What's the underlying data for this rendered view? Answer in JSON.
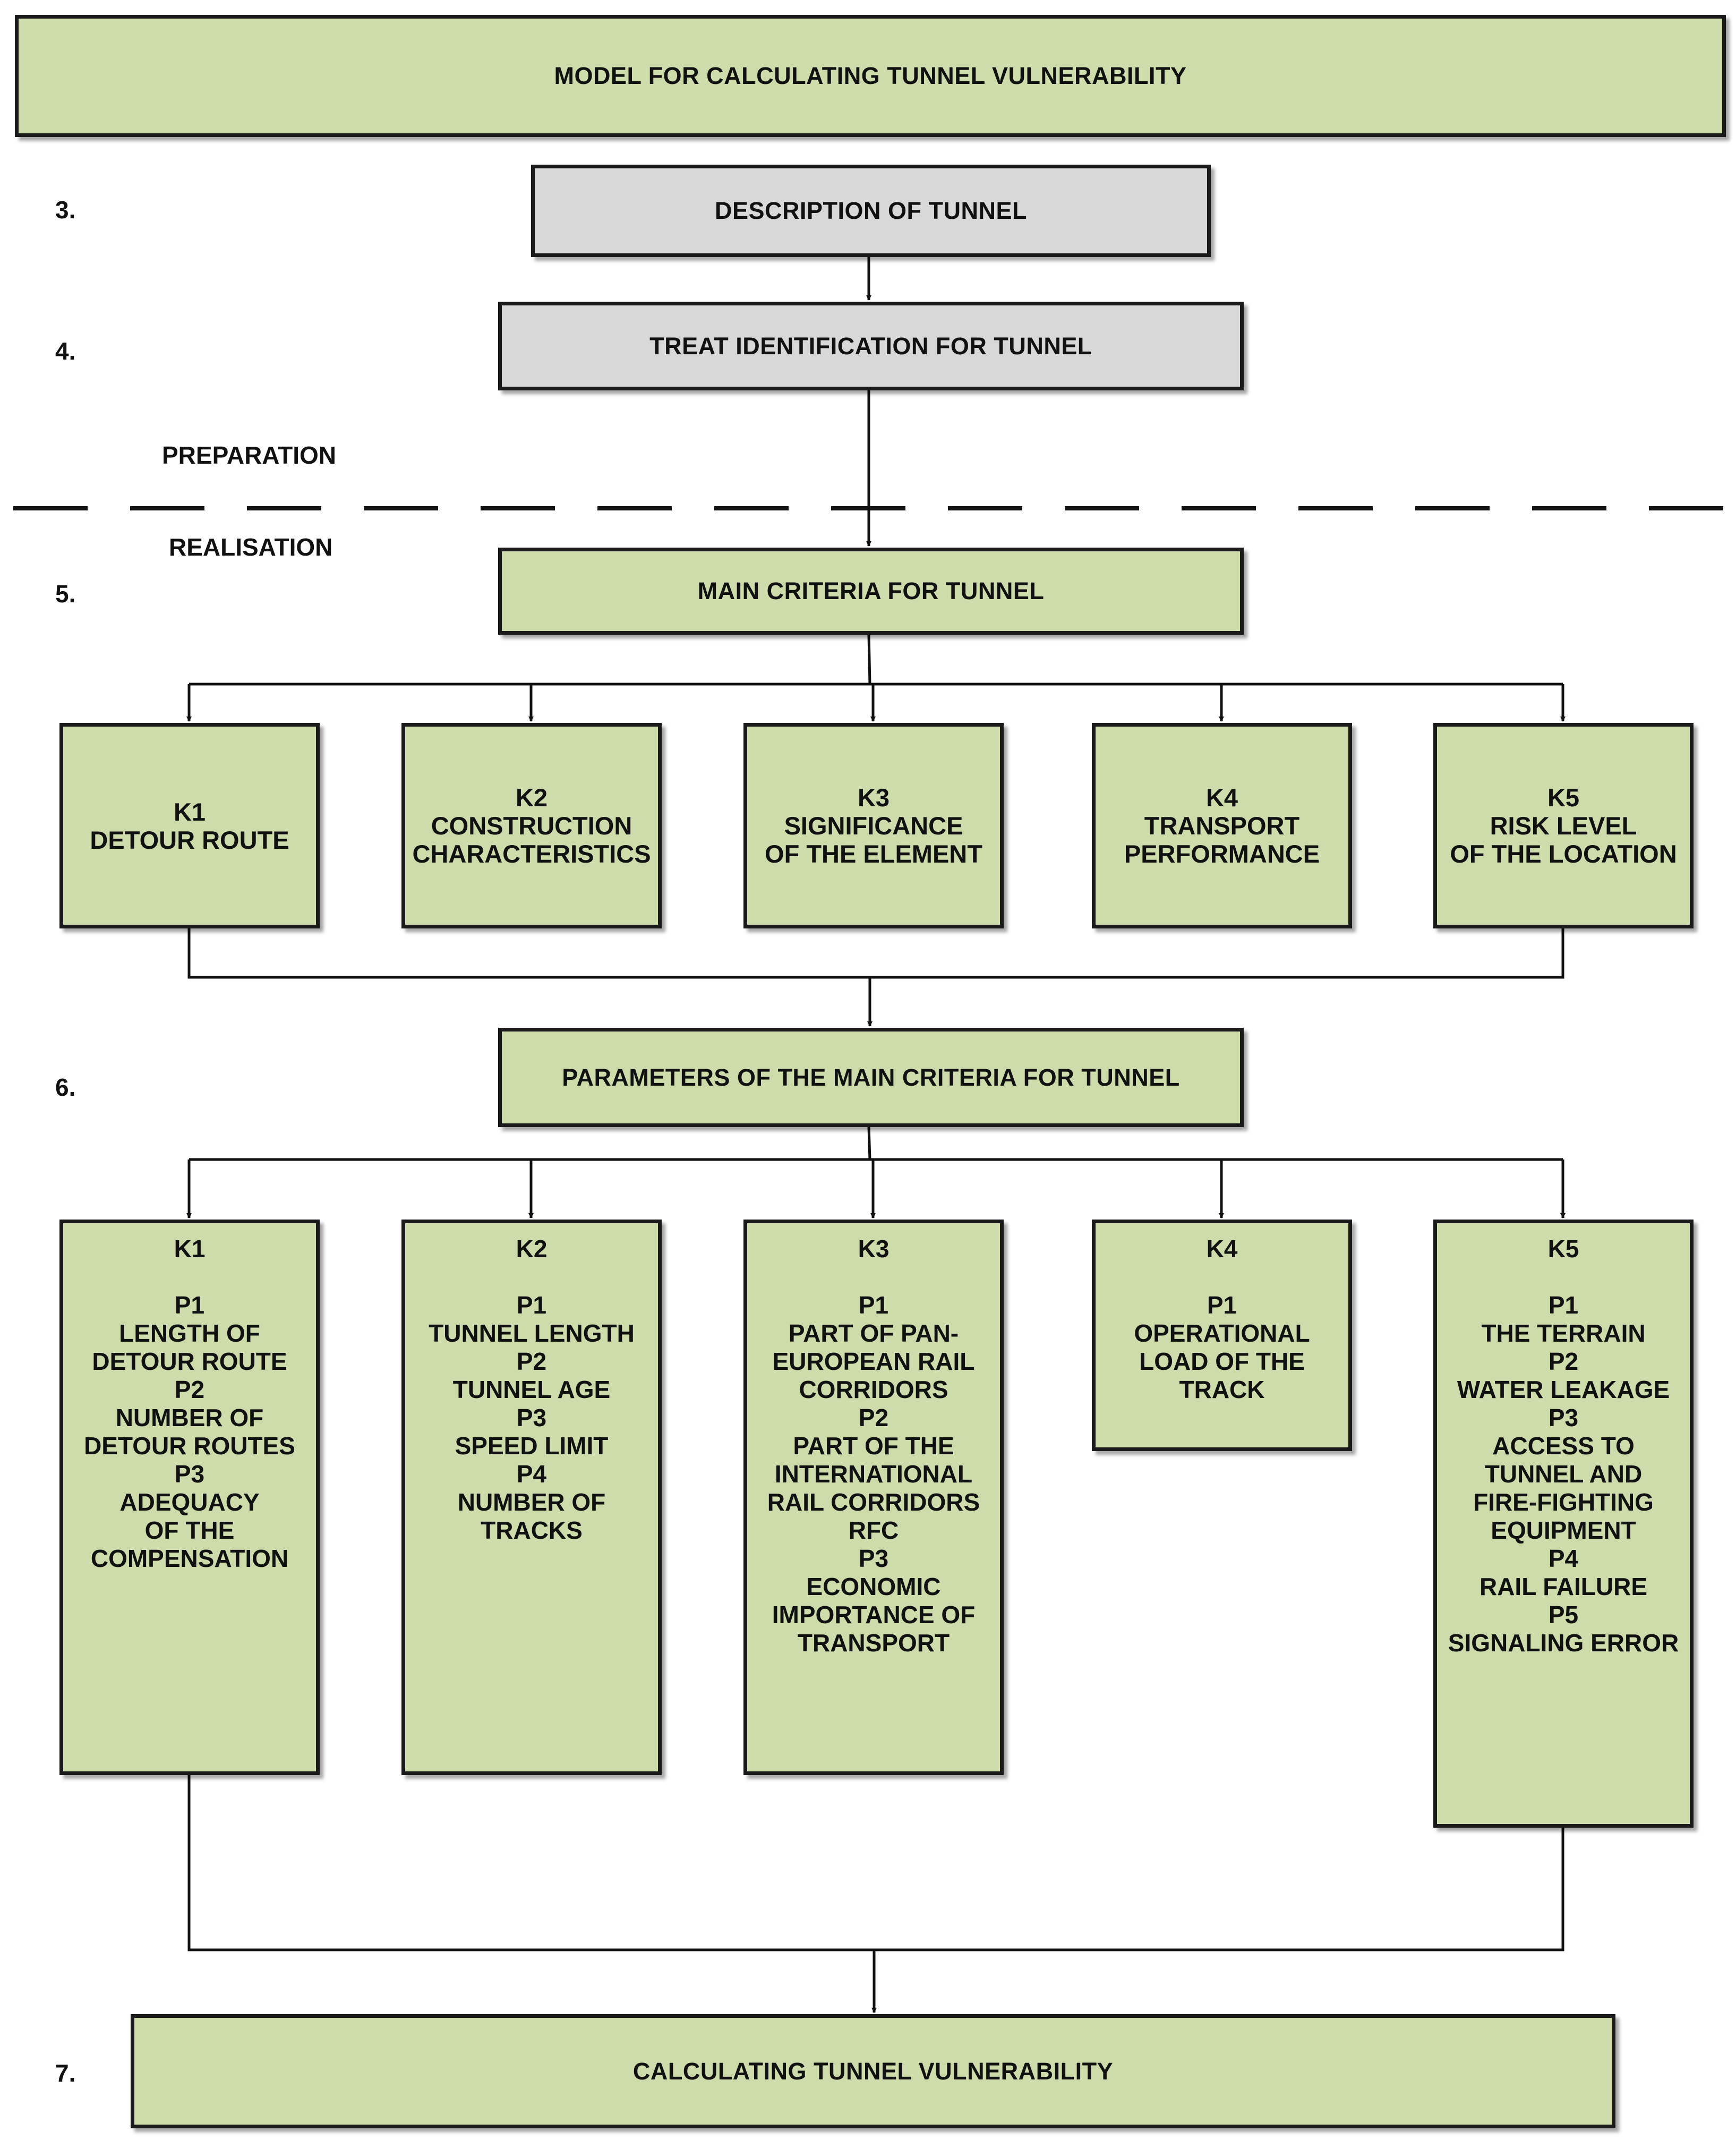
{
  "title": "MODEL FOR CALCULATING TUNNEL VULNERABILITY",
  "steps": {
    "s3": "3.",
    "s4": "4.",
    "s5": "5.",
    "s6": "6.",
    "s7": "7."
  },
  "phases": {
    "preparation": "PREPARATION",
    "realisation": "REALISATION"
  },
  "boxes": {
    "description": "DESCRIPTION OF TUNNEL",
    "treat": "TREAT IDENTIFICATION FOR TUNNEL",
    "main_criteria": "MAIN CRITERIA FOR TUNNEL",
    "parameters": "PARAMETERS OF THE MAIN CRITERIA FOR TUNNEL",
    "calculating": "CALCULATING TUNNEL VULNERABILITY"
  },
  "criteria": [
    {
      "code": "K1",
      "lines": [
        "DETOUR ROUTE"
      ]
    },
    {
      "code": "K2",
      "lines": [
        "CONSTRUCTION",
        "CHARACTERISTICS"
      ]
    },
    {
      "code": "K3",
      "lines": [
        "SIGNIFICANCE",
        "OF THE ELEMENT"
      ]
    },
    {
      "code": "K4",
      "lines": [
        "TRANSPORT",
        "PERFORMANCE"
      ]
    },
    {
      "code": "K5",
      "lines": [
        "RISK LEVEL",
        "OF THE LOCATION"
      ]
    }
  ],
  "parameters": [
    {
      "code": "K1",
      "lines": [
        "P1",
        "LENGTH OF",
        "DETOUR ROUTE",
        "P2",
        "NUMBER OF",
        "DETOUR ROUTES",
        "P3",
        "ADEQUACY",
        "OF THE",
        "COMPENSATION"
      ]
    },
    {
      "code": "K2",
      "lines": [
        "P1",
        "TUNNEL LENGTH",
        "P2",
        "TUNNEL AGE",
        "P3",
        "SPEED LIMIT",
        "P4",
        "NUMBER OF",
        "TRACKS"
      ]
    },
    {
      "code": "K3",
      "lines": [
        "P1",
        "PART OF PAN-",
        "EUROPEAN RAIL",
        "CORRIDORS",
        "P2",
        "PART OF THE",
        "INTERNATIONAL",
        "RAIL CORRIDORS",
        "RFC",
        "P3",
        "ECONOMIC",
        "IMPORTANCE OF",
        "TRANSPORT"
      ]
    },
    {
      "code": "K4",
      "lines": [
        "P1",
        "OPERATIONAL",
        "LOAD OF THE",
        "TRACK"
      ]
    },
    {
      "code": "K5",
      "lines": [
        "P1",
        "THE TERRAIN",
        "P2",
        "WATER LEAKAGE",
        "P3",
        "ACCESS TO",
        "TUNNEL AND",
        "FIRE-FIGHTING",
        "EQUIPMENT",
        "P4",
        "RAIL FAILURE",
        "P5",
        "SIGNALING ERROR"
      ]
    }
  ],
  "colors": {
    "green_fill": "#cddcaa",
    "gray_fill": "#d8d8d8",
    "stroke": "#1a1a1a"
  }
}
